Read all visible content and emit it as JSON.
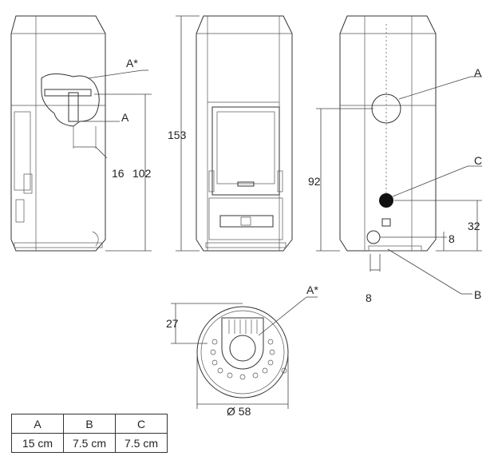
{
  "dimensions": {
    "height_total": "153",
    "height_A_star": "102",
    "offset_16": "16",
    "height_A": "92",
    "height_C": "32",
    "offset_B_right": "8",
    "offset_B_bottom": "8",
    "depth_27": "27",
    "diameter": "Ø 58"
  },
  "labels": {
    "a_star_side": "A*",
    "a_side": "A",
    "a_back": "A",
    "c_back": "C",
    "b_back": "B",
    "a_star_top": "A*"
  },
  "legend": {
    "headers": [
      "A",
      "B",
      "C"
    ],
    "values": [
      "15 cm",
      "7.5 cm",
      "7.5 cm"
    ]
  }
}
